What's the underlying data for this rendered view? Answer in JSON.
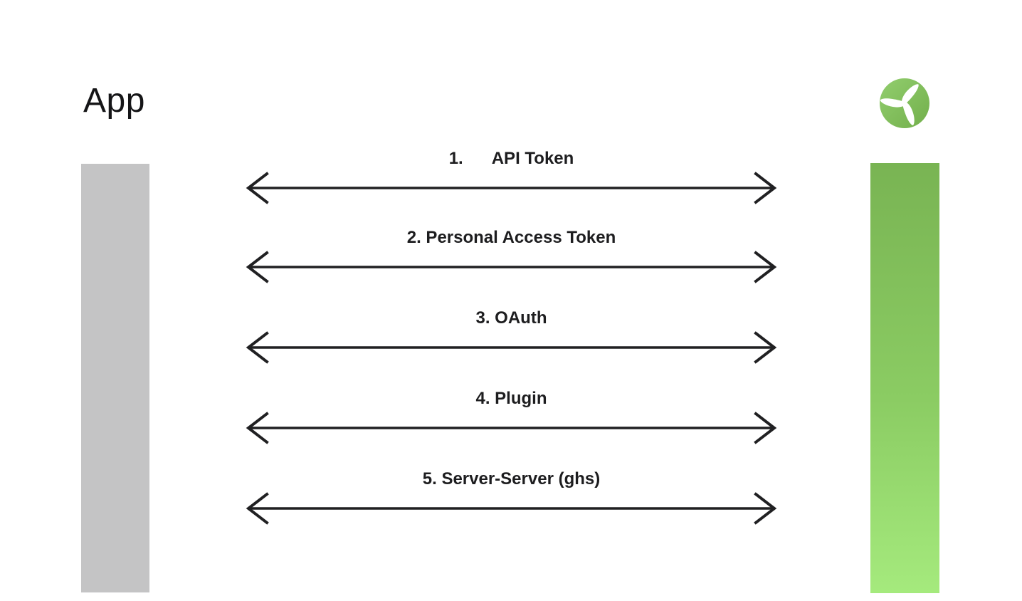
{
  "diagram": {
    "title": "App",
    "left_entity": {
      "name": "App",
      "bar_color": "#c4c4c5"
    },
    "right_entity": {
      "name": "propeller-logo-service",
      "bar_gradient_top": "#79b453",
      "bar_gradient_bottom": "#a5ea7d",
      "logo": "green-propeller-icon"
    },
    "connections": [
      {
        "label": "1.      API Token"
      },
      {
        "label": "2. Personal Access Token"
      },
      {
        "label": "3. OAuth"
      },
      {
        "label": "4. Plugin"
      },
      {
        "label": "5. Server-Server (ghs)"
      }
    ],
    "colors": {
      "arrow": "#202022",
      "label_text": "#1d1d1f",
      "background": "#ffffff",
      "logo_green_light": "#92ce6e",
      "logo_green_dark": "#72af4b"
    }
  }
}
